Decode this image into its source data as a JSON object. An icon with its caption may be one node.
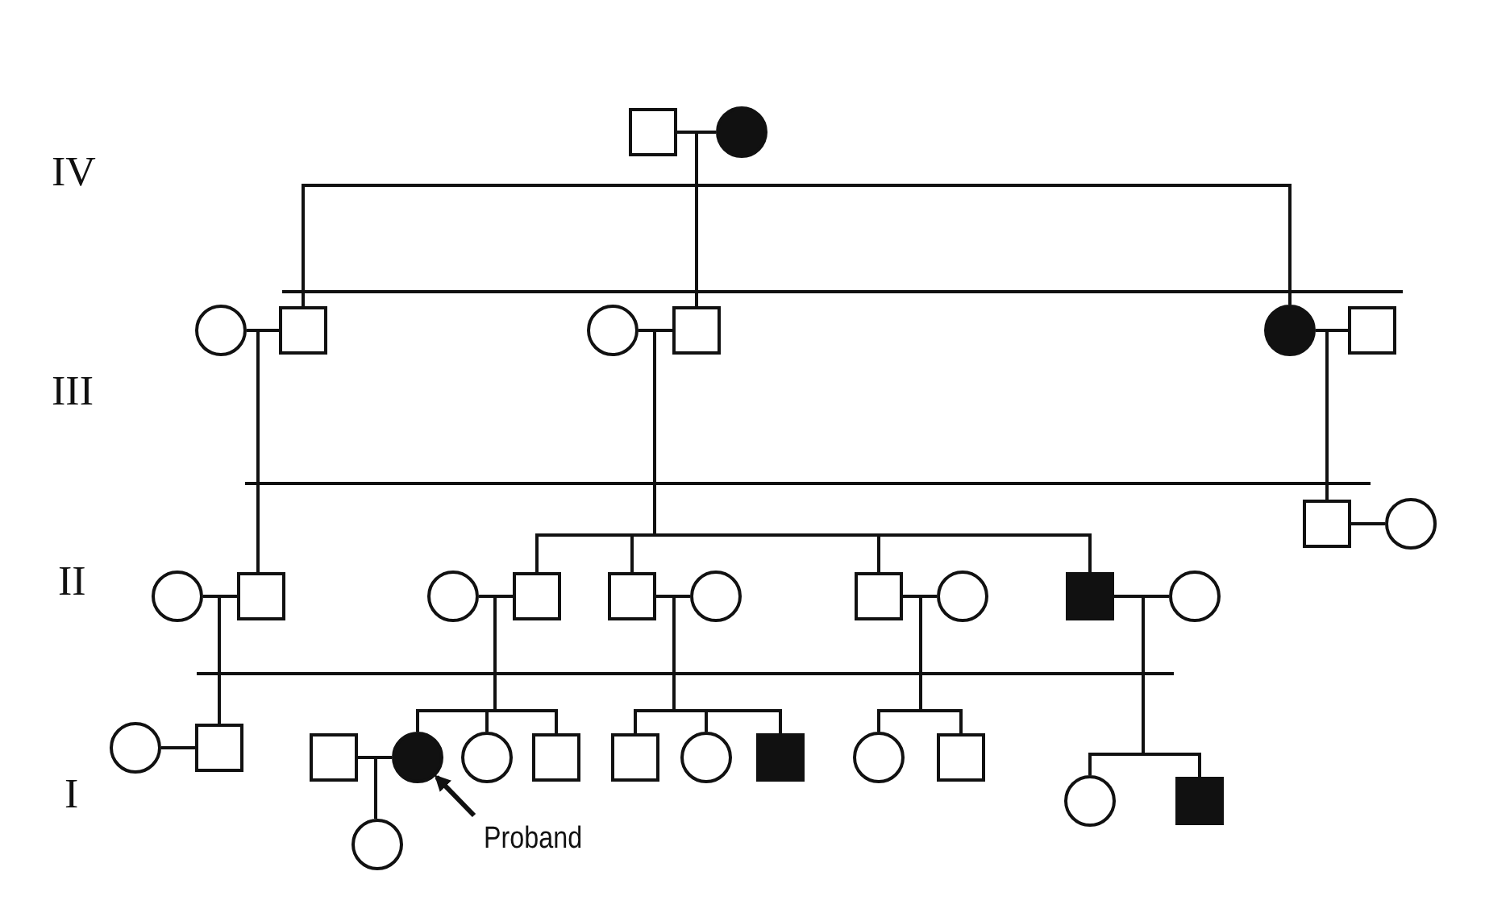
{
  "diagram": {
    "nodes": [
      {
        "text": [],
        "shape": "box"
      },
      {
        "text": [],
        "shape": "circle"
      },
      {
        "text": [],
        "shape": "circle"
      },
      {
        "text": [],
        "shape": "box"
      },
      {
        "text": [],
        "shape": "circle"
      },
      {
        "text": [],
        "shape": "box"
      },
      {
        "text": [],
        "shape": "circle"
      },
      {
        "text": [],
        "shape": "box"
      },
      {
        "text": [],
        "shape": "box"
      },
      {
        "text": [],
        "shape": "circle"
      },
      {
        "text": [],
        "shape": "circle"
      },
      {
        "text": [],
        "shape": "box"
      },
      {
        "text": [],
        "shape": "circle"
      },
      {
        "text": [],
        "shape": "box"
      },
      {
        "text": [],
        "shape": "box"
      },
      {
        "text": [],
        "shape": "circle"
      },
      {
        "text": [],
        "shape": "box"
      },
      {
        "text": [],
        "shape": "circle"
      },
      {
        "text": [],
        "shape": "box"
      },
      {
        "text": [],
        "shape": "circle"
      },
      {
        "text": [],
        "shape": "circle"
      },
      {
        "text": [],
        "shape": "box"
      },
      {
        "text": [],
        "shape": "box"
      },
      {
        "text": [],
        "shape": "circle"
      },
      {
        "text": [],
        "shape": "circle"
      },
      {
        "text": [],
        "shape": "box"
      },
      {
        "text": [],
        "shape": "box"
      },
      {
        "text": [],
        "shape": "circle"
      },
      {
        "text": [],
        "shape": "box"
      },
      {
        "text": [],
        "shape": "circle"
      },
      {
        "text": [],
        "shape": "box"
      },
      {
        "text": [],
        "shape": "circle"
      },
      {
        "text": [],
        "shape": "circle"
      },
      {
        "text": [],
        "shape": "box"
      },
      {
        "text": [
          "Proband"
        ]
      }
    ],
    "edges": [
      {
        "from": 0,
        "to": 1,
        "arrow": "none"
      },
      {
        "from": 0,
        "to": 3,
        "arrow": "none"
      },
      {
        "from": 0,
        "to": 5,
        "arrow": "none"
      },
      {
        "from": 0,
        "to": 6,
        "arrow": "none"
      },
      {
        "from": 2,
        "to": 3,
        "arrow": "none"
      },
      {
        "from": 2,
        "to": 11,
        "arrow": "none"
      },
      {
        "from": 4,
        "to": 5,
        "arrow": "none"
      },
      {
        "from": 4,
        "to": 13,
        "arrow": "none"
      },
      {
        "from": 4,
        "to": 14,
        "arrow": "none"
      },
      {
        "from": 4,
        "to": 16,
        "arrow": "none"
      },
      {
        "from": 4,
        "to": 18,
        "arrow": "none"
      },
      {
        "from": 6,
        "to": 7,
        "arrow": "none"
      },
      {
        "from": 6,
        "to": 8,
        "arrow": "none"
      },
      {
        "from": 8,
        "to": 9,
        "arrow": "none"
      },
      {
        "from": 10,
        "to": 11,
        "arrow": "none"
      },
      {
        "from": 10,
        "to": 21,
        "arrow": "none"
      },
      {
        "from": 12,
        "to": 13,
        "arrow": "none"
      },
      {
        "from": 12,
        "to": 23,
        "arrow": "none"
      },
      {
        "from": 12,
        "to": 24,
        "arrow": "none"
      },
      {
        "from": 12,
        "to": 25,
        "arrow": "none"
      },
      {
        "from": 14,
        "to": 15,
        "arrow": "none"
      },
      {
        "from": 14,
        "to": 26,
        "arrow": "none"
      },
      {
        "from": 14,
        "to": 27,
        "arrow": "none"
      },
      {
        "from": 14,
        "to": 28,
        "arrow": "none"
      },
      {
        "from": 16,
        "to": 17,
        "arrow": "none"
      },
      {
        "from": 16,
        "to": 29,
        "arrow": "none"
      },
      {
        "from": 16,
        "to": 30,
        "arrow": "none"
      },
      {
        "from": 18,
        "to": 19,
        "arrow": "none"
      },
      {
        "from": 18,
        "to": 32,
        "arrow": "none"
      },
      {
        "from": 18,
        "to": 33,
        "arrow": "none"
      },
      {
        "from": 20,
        "to": 21,
        "arrow": "none"
      },
      {
        "from": 22,
        "to": 23,
        "arrow": "none"
      },
      {
        "from": 22,
        "to": 31,
        "arrow": "none"
      },
      {
        "from": 34,
        "to": 23,
        "arrow": "to"
      }
    ],
    "labels": [
      "IV",
      "III",
      "II",
      "I"
    ]
  }
}
